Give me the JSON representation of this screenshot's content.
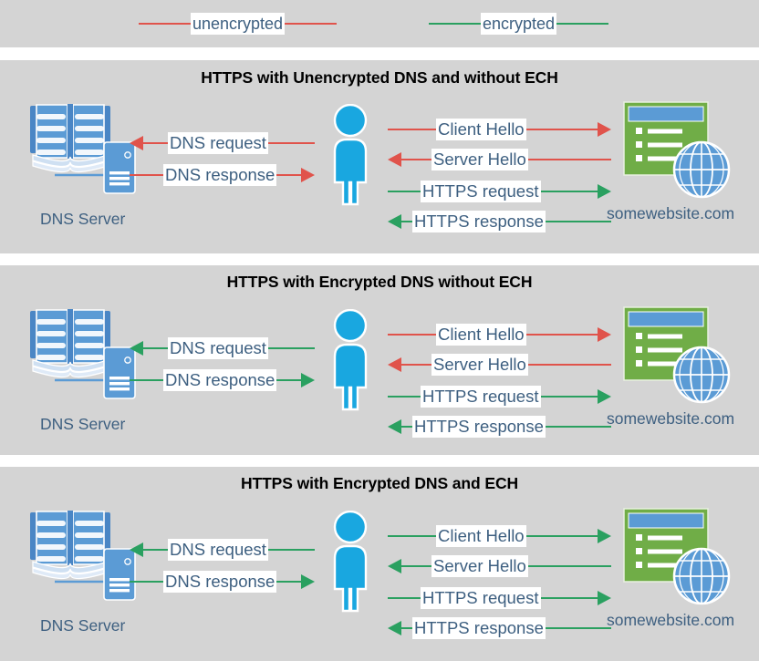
{
  "legend": {
    "items": [
      {
        "label": "unencrypted",
        "color": "#e0534b",
        "icon": "line-swatch-icon"
      },
      {
        "label": "encrypted",
        "color": "#2aa060",
        "icon": "line-swatch-icon"
      }
    ]
  },
  "colors": {
    "panel_background": "#d4d4d4",
    "page_background": "#ffffff",
    "unencrypted": "#e0534b",
    "encrypted": "#2aa060",
    "label_text": "#3d5f80",
    "title_text": "#000000",
    "person": "#19a7e0",
    "server_blue": "#5b9bd5",
    "website_green": "#70ad47",
    "website_titlebar": "#5b9bd5",
    "globe": "#5b9bd5"
  },
  "nodes": {
    "dns_server_caption": "DNS Server",
    "website_caption": "somewebsite.com",
    "dns_server_icon": "dns-server-icon",
    "client_icon": "person-icon",
    "website_icon": "website-globe-icon"
  },
  "panels": [
    {
      "title": "HTTPS with Unencrypted DNS and without ECH",
      "left_flows": [
        {
          "label": "DNS request",
          "direction": "left",
          "encryption": "unencrypted",
          "color": "#e0534b"
        },
        {
          "label": "DNS response",
          "direction": "right",
          "encryption": "unencrypted",
          "color": "#e0534b"
        }
      ],
      "right_flows": [
        {
          "label": "Client Hello",
          "direction": "right",
          "encryption": "unencrypted",
          "color": "#e0534b"
        },
        {
          "label": "Server Hello",
          "direction": "left",
          "encryption": "unencrypted",
          "color": "#e0534b"
        },
        {
          "label": "HTTPS request",
          "direction": "right",
          "encryption": "encrypted",
          "color": "#2aa060"
        },
        {
          "label": "HTTPS response",
          "direction": "left",
          "encryption": "encrypted",
          "color": "#2aa060"
        }
      ]
    },
    {
      "title": "HTTPS with Encrypted DNS without ECH",
      "left_flows": [
        {
          "label": "DNS request",
          "direction": "left",
          "encryption": "encrypted",
          "color": "#2aa060"
        },
        {
          "label": "DNS response",
          "direction": "right",
          "encryption": "encrypted",
          "color": "#2aa060"
        }
      ],
      "right_flows": [
        {
          "label": "Client Hello",
          "direction": "right",
          "encryption": "unencrypted",
          "color": "#e0534b"
        },
        {
          "label": "Server Hello",
          "direction": "left",
          "encryption": "unencrypted",
          "color": "#e0534b"
        },
        {
          "label": "HTTPS request",
          "direction": "right",
          "encryption": "encrypted",
          "color": "#2aa060"
        },
        {
          "label": "HTTPS response",
          "direction": "left",
          "encryption": "encrypted",
          "color": "#2aa060"
        }
      ]
    },
    {
      "title": "HTTPS with Encrypted DNS and ECH",
      "left_flows": [
        {
          "label": "DNS request",
          "direction": "left",
          "encryption": "encrypted",
          "color": "#2aa060"
        },
        {
          "label": "DNS response",
          "direction": "right",
          "encryption": "encrypted",
          "color": "#2aa060"
        }
      ],
      "right_flows": [
        {
          "label": "Client Hello",
          "direction": "right",
          "encryption": "encrypted",
          "color": "#2aa060"
        },
        {
          "label": "Server Hello",
          "direction": "left",
          "encryption": "encrypted",
          "color": "#2aa060"
        },
        {
          "label": "HTTPS request",
          "direction": "right",
          "encryption": "encrypted",
          "color": "#2aa060"
        },
        {
          "label": "HTTPS response",
          "direction": "left",
          "encryption": "encrypted",
          "color": "#2aa060"
        }
      ]
    }
  ]
}
